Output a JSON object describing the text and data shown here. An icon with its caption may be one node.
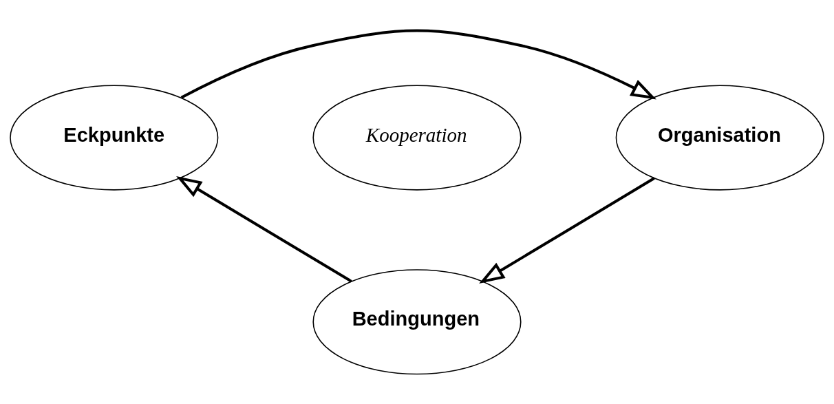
{
  "diagram": {
    "nodes": [
      {
        "text": [
          "Eckpunkte"
        ]
      },
      {
        "text": [
          "Kooperation"
        ]
      },
      {
        "text": [
          "Organisation"
        ]
      },
      {
        "text": [
          "Bedingungen"
        ]
      }
    ],
    "edges": [
      {
        "from": 0,
        "to": 2,
        "arrow": "to"
      },
      {
        "from": 2,
        "to": 3,
        "arrow": "to"
      },
      {
        "from": 3,
        "to": 0,
        "arrow": "to"
      }
    ]
  }
}
